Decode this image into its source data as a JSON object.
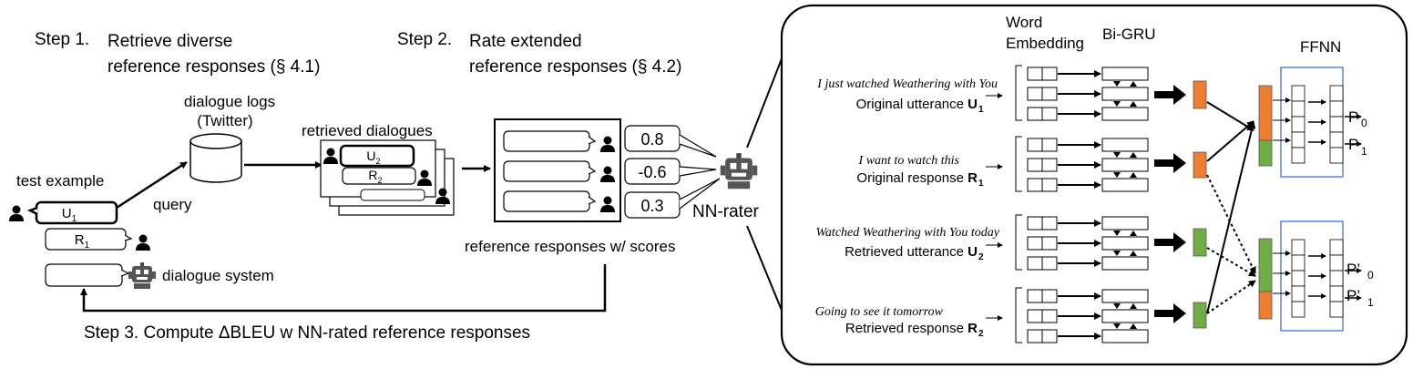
{
  "left_panel": {
    "step1": {
      "label": "Step 1.",
      "title_line1": "Retrieve diverse",
      "title_line2": "reference responses (§ 4.1)"
    },
    "step2": {
      "label": "Step 2.",
      "title_line1": "Rate extended",
      "title_line2": "reference responses (§ 4.2)"
    },
    "step3": {
      "text": "Step 3.  Compute ΔBLEU w NN-rated reference responses"
    },
    "dialogue_logs": {
      "line1": "dialogue logs",
      "line2": "(Twitter)"
    },
    "retrieved_dialogues": "retrieved dialogues",
    "test_example": "test example",
    "query": "query",
    "u1": {
      "base": "U",
      "sub": "1"
    },
    "r1": {
      "base": "R",
      "sub": "1"
    },
    "u2": {
      "base": "U",
      "sub": "2"
    },
    "r2": {
      "base": "R",
      "sub": "2"
    },
    "dialogue_system": "dialogue system",
    "nn_rater": "NN-rater",
    "reference_caption": "reference responses w/ scores",
    "scores": [
      "0.8",
      "-0.6",
      "0.3"
    ]
  },
  "right_panel": {
    "column_headers": {
      "embedding_line1": "Word",
      "embedding_line2": "Embedding",
      "bigru": "Bi-GRU",
      "ffnn": "FFNN"
    },
    "inputs": [
      {
        "example": "I just watched Weathering with You",
        "label": "Original utterance",
        "sym": "U",
        "sub": "1"
      },
      {
        "example": "I want to watch this",
        "label": "Original response",
        "sym": "R",
        "sub": "1"
      },
      {
        "example": "Watched Weathering with You today",
        "label": "Retrieved utterance",
        "sym": "U",
        "sub": "2"
      },
      {
        "example": "Going to see it tomorrow",
        "label": "Retrieved response",
        "sym": "R",
        "sub": "2"
      }
    ],
    "outputs": [
      {
        "base": "P",
        "prime": "",
        "sub": "0"
      },
      {
        "base": "P",
        "prime": "",
        "sub": "1"
      },
      {
        "base": "P",
        "prime": "’",
        "sub": "0"
      },
      {
        "base": "P",
        "prime": "’",
        "sub": "1"
      }
    ]
  },
  "colors": {
    "orange": "#ed7d31",
    "green": "#70ad47",
    "ffnn_border": "#4472c4",
    "line": "#000000"
  }
}
